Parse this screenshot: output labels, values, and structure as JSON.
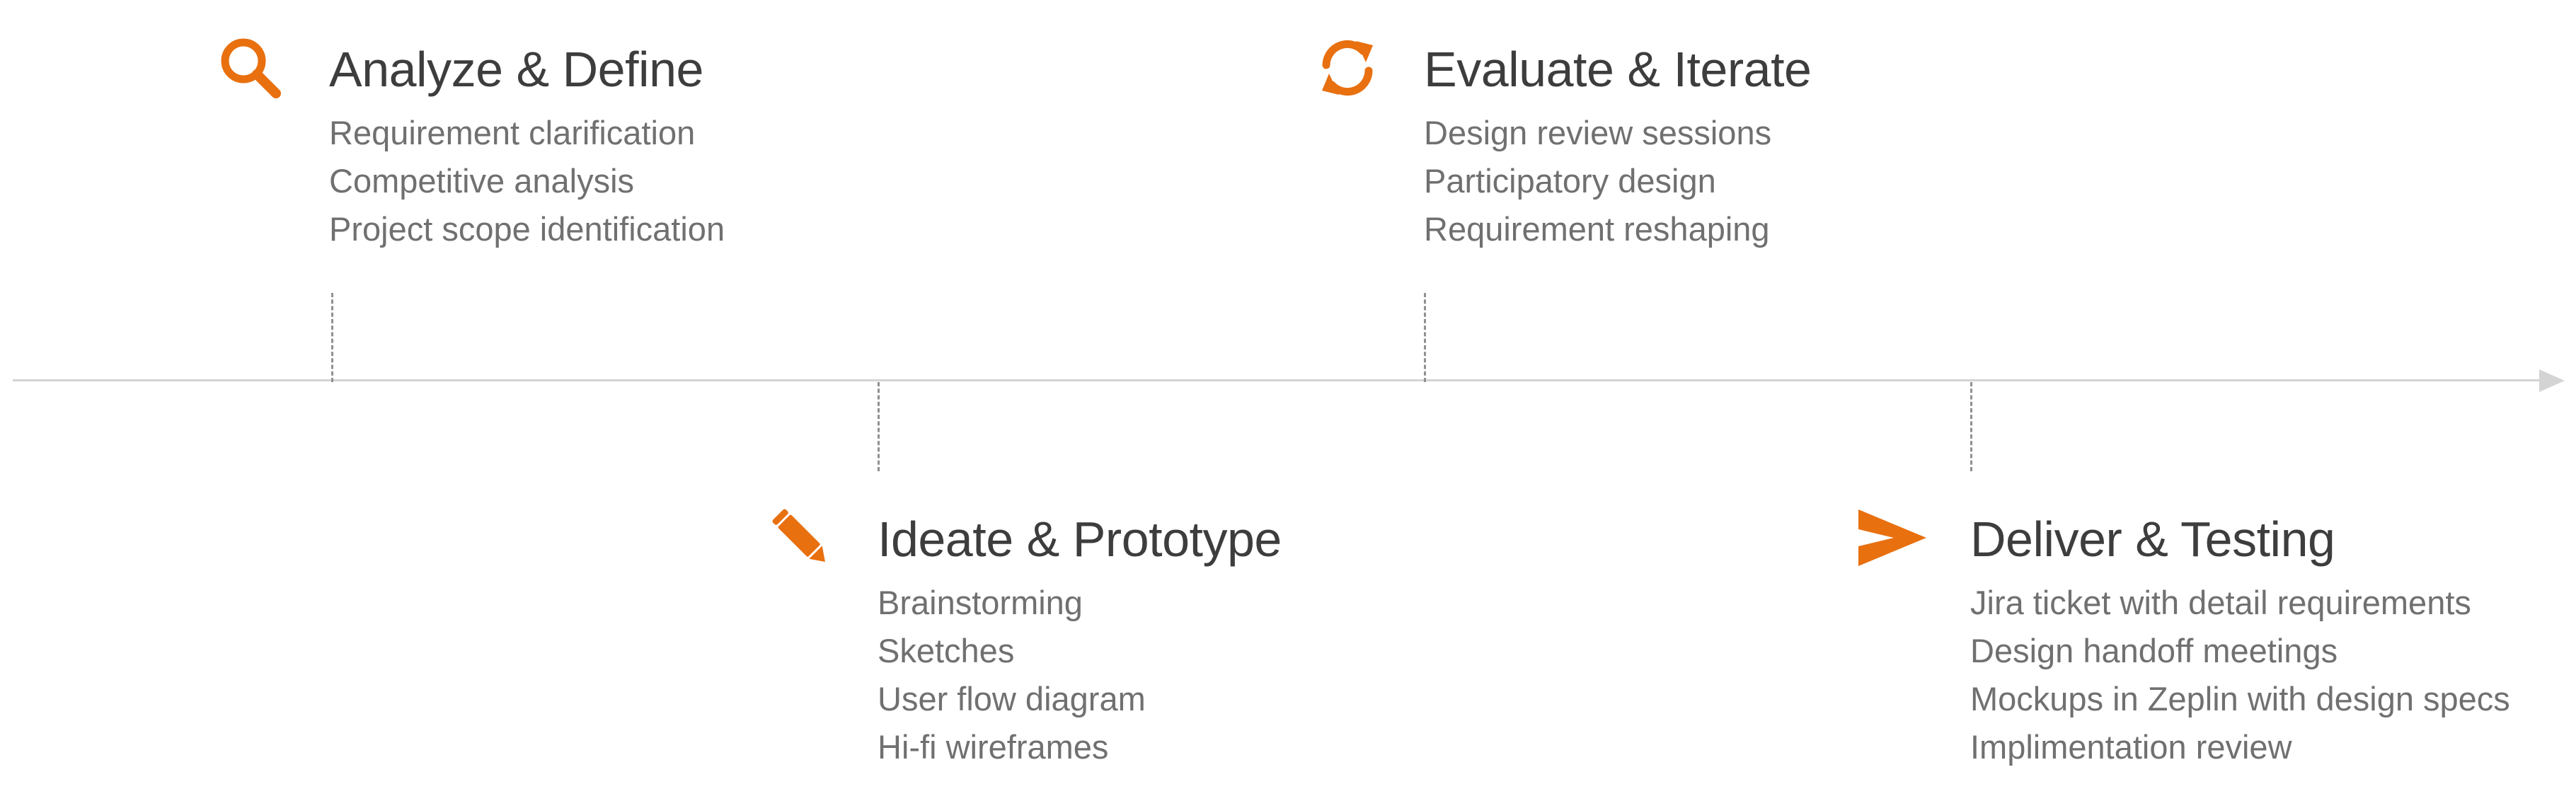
{
  "theme": {
    "accent": "#e8700f",
    "axis": "#d4d4d4",
    "title": "#3d3d3d",
    "text": "#707070"
  },
  "stages": [
    {
      "icon": "magnifier-icon",
      "title": "Analyze & Define",
      "items": [
        "Requirement clarification",
        "Competitive analysis",
        "Project scope identification"
      ]
    },
    {
      "icon": "pencil-icon",
      "title": "Ideate & Prototype",
      "items": [
        "Brainstorming",
        "Sketches",
        "User flow diagram",
        "Hi-fi wireframes"
      ]
    },
    {
      "icon": "refresh-icon",
      "title": "Evaluate & Iterate",
      "items": [
        "Design review sessions",
        "Participatory design",
        "Requirement reshaping"
      ]
    },
    {
      "icon": "send-icon",
      "title": "Deliver & Testing",
      "items": [
        "Jira ticket with detail requirements",
        "Design handoff meetings",
        "Mockups in Zeplin with design specs",
        "Implimentation review"
      ]
    }
  ]
}
